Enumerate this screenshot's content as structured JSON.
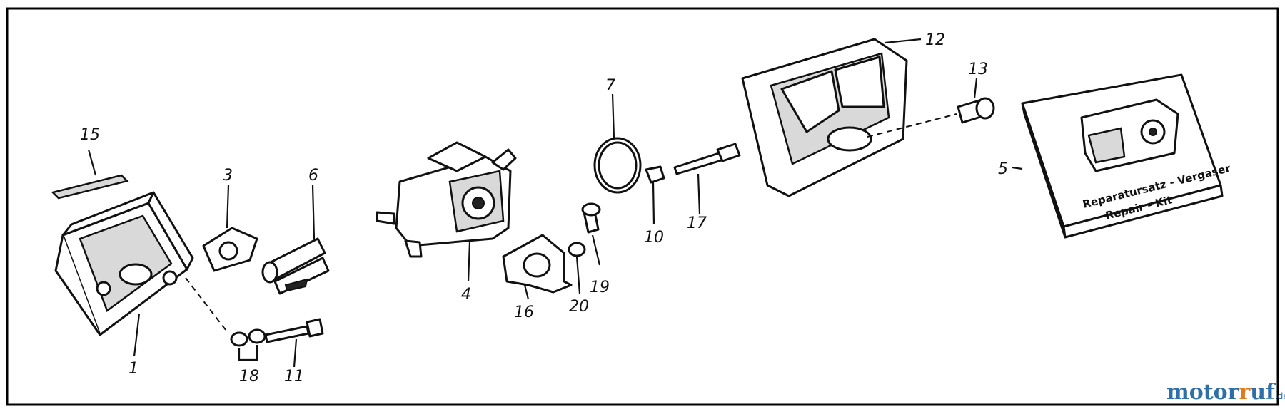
{
  "callouts": {
    "c1": "1",
    "c3": "3",
    "c4": "4",
    "c5": "5",
    "c6": "6",
    "c7": "7",
    "c10": "10",
    "c11": "11",
    "c12": "12",
    "c13": "13",
    "c15": "15",
    "c16": "16",
    "c17": "17",
    "c18": "18",
    "c19": "19",
    "c20": "20"
  },
  "repair_kit": {
    "line1": "Reparatursatz - Vergaser",
    "line2": "Repair - Kit"
  },
  "watermark": {
    "brand_part1": "motor",
    "brand_part2": "uf",
    "brand_r": "r",
    "tld": ".de",
    "color_primary": "#2e6fa8",
    "color_accent": "#e07a1e"
  }
}
